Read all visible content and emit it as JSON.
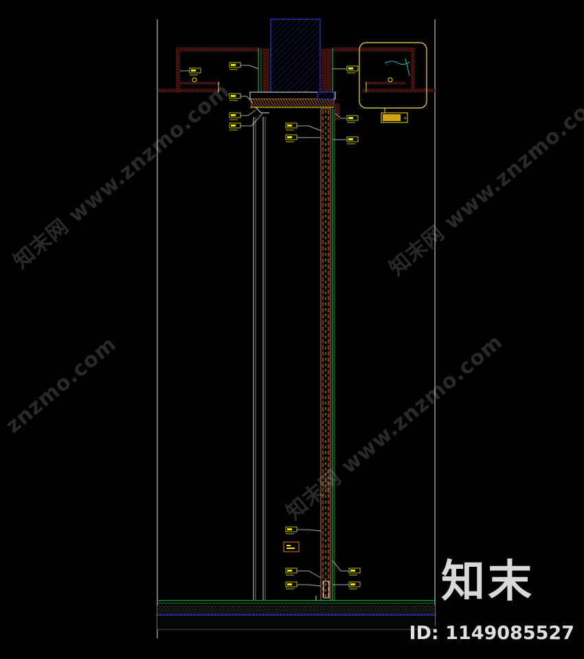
{
  "drawing": {
    "background": "#000000",
    "line_colors": {
      "outline": "#ffffff",
      "wall_hatch": "#c0392b",
      "dimension": "#f1e40f",
      "glass": "#1e8c3a",
      "structure": "#2b3dd6",
      "detail_circle": "#f5e642"
    },
    "callout_tags": [
      "",
      "",
      "",
      "",
      "",
      "",
      "",
      "",
      "",
      "",
      "",
      "",
      "",
      "",
      ""
    ]
  },
  "watermarks": [
    {
      "text": "知末网 www.znzmo.com"
    },
    {
      "text": "知末网 www.znzmo.com"
    },
    {
      "text": "znzmo.com"
    },
    {
      "text": "知末网 www.znzmo.com"
    }
  ],
  "brand": {
    "logo_text": "知末",
    "id_label": "ID: 1149085527"
  }
}
